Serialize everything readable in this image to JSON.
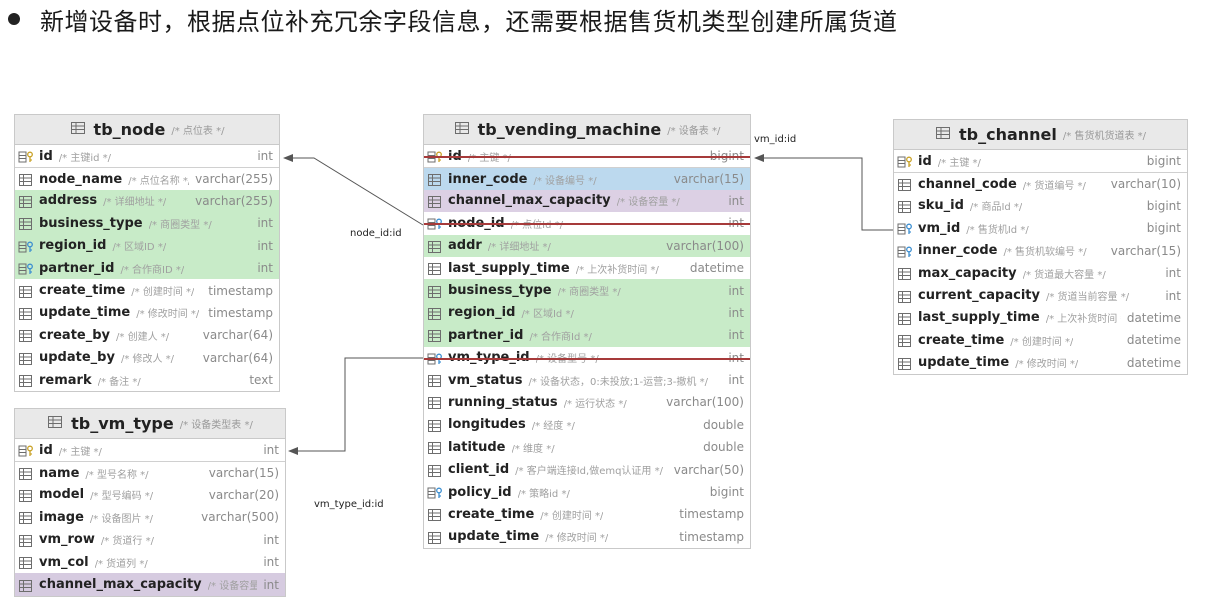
{
  "headline": "新增设备时，根据点位补充冗余字段信息，还需要根据售货机类型创建所属货道",
  "tables": {
    "node": {
      "name": "tb_node",
      "comment": "/* 点位表 */",
      "fields": [
        {
          "name": "id",
          "comment": "/* 主键id */",
          "type": "int",
          "icon": "pk-icon"
        },
        {
          "name": "node_name",
          "comment": "/* 点位名称 */",
          "type": "varchar(255)",
          "icon": "column-icon"
        },
        {
          "name": "address",
          "comment": "/* 详细地址 */",
          "type": "varchar(255)",
          "icon": "column-icon",
          "highlight": "green"
        },
        {
          "name": "business_type",
          "comment": "/* 商圈类型 */",
          "type": "int",
          "icon": "column-icon",
          "highlight": "green"
        },
        {
          "name": "region_id",
          "comment": "/* 区域ID */",
          "type": "int",
          "icon": "fk-icon",
          "highlight": "green"
        },
        {
          "name": "partner_id",
          "comment": "/* 合作商ID */",
          "type": "int",
          "icon": "fk-icon",
          "highlight": "green"
        },
        {
          "name": "create_time",
          "comment": "/* 创建时间 */",
          "type": "timestamp",
          "icon": "column-icon"
        },
        {
          "name": "update_time",
          "comment": "/* 修改时间 */",
          "type": "timestamp",
          "icon": "column-icon"
        },
        {
          "name": "create_by",
          "comment": "/* 创建人 */",
          "type": "varchar(64)",
          "icon": "column-icon"
        },
        {
          "name": "update_by",
          "comment": "/* 修改人 */",
          "type": "varchar(64)",
          "icon": "column-icon"
        },
        {
          "name": "remark",
          "comment": "/* 备注 */",
          "type": "text",
          "icon": "column-icon"
        }
      ]
    },
    "vm_type": {
      "name": "tb_vm_type",
      "comment": "/* 设备类型表 */",
      "fields": [
        {
          "name": "id",
          "comment": "/* 主键 */",
          "type": "int",
          "icon": "pk-icon"
        },
        {
          "name": "name",
          "comment": "/* 型号名称 */",
          "type": "varchar(15)",
          "icon": "column-icon"
        },
        {
          "name": "model",
          "comment": "/* 型号编码 */",
          "type": "varchar(20)",
          "icon": "column-icon"
        },
        {
          "name": "image",
          "comment": "/* 设备图片 */",
          "type": "varchar(500)",
          "icon": "column-icon"
        },
        {
          "name": "vm_row",
          "comment": "/* 货道行 */",
          "type": "int",
          "icon": "column-icon"
        },
        {
          "name": "vm_col",
          "comment": "/* 货道列 */",
          "type": "int",
          "icon": "column-icon"
        },
        {
          "name": "channel_max_capacity",
          "comment": "/* 设备容量 */",
          "type": "int",
          "icon": "column-icon",
          "highlight": "purple2"
        }
      ]
    },
    "vending_machine": {
      "name": "tb_vending_machine",
      "comment": "/* 设备表 */",
      "fields": [
        {
          "name": "id",
          "comment": "/* 主键 */",
          "type": "bigint",
          "icon": "pk-icon",
          "strike": true
        },
        {
          "name": "inner_code",
          "comment": "/* 设备编号 */",
          "type": "varchar(15)",
          "icon": "column-icon",
          "highlight": "blue"
        },
        {
          "name": "channel_max_capacity",
          "comment": "/* 设备容量 */",
          "type": "int",
          "icon": "column-icon",
          "highlight": "purple"
        },
        {
          "name": "node_id",
          "comment": "/* 点位Id */",
          "type": "int",
          "icon": "fk-icon",
          "strike": true
        },
        {
          "name": "addr",
          "comment": "/* 详细地址 */",
          "type": "varchar(100)",
          "icon": "column-icon",
          "highlight": "green"
        },
        {
          "name": "last_supply_time",
          "comment": "/* 上次补货时间 */",
          "type": "datetime",
          "icon": "column-icon"
        },
        {
          "name": "business_type",
          "comment": "/* 商圈类型 */",
          "type": "int",
          "icon": "column-icon",
          "highlight": "green"
        },
        {
          "name": "region_id",
          "comment": "/* 区域Id */",
          "type": "int",
          "icon": "column-icon",
          "highlight": "green"
        },
        {
          "name": "partner_id",
          "comment": "/* 合作商Id */",
          "type": "int",
          "icon": "column-icon",
          "highlight": "green"
        },
        {
          "name": "vm_type_id",
          "comment": "/* 设备型号 */",
          "type": "int",
          "icon": "fk-icon",
          "strike": true
        },
        {
          "name": "vm_status",
          "comment": "/* 设备状态，0:未投放;1-运营;3-撤机 */",
          "type": "int",
          "icon": "column-icon"
        },
        {
          "name": "running_status",
          "comment": "/* 运行状态 */",
          "type": "varchar(100)",
          "icon": "column-icon"
        },
        {
          "name": "longitudes",
          "comment": "/* 经度 */",
          "type": "double",
          "icon": "column-icon"
        },
        {
          "name": "latitude",
          "comment": "/* 维度 */",
          "type": "double",
          "icon": "column-icon"
        },
        {
          "name": "client_id",
          "comment": "/* 客户端连接Id,做emq认证用 */",
          "type": "varchar(50)",
          "icon": "column-icon"
        },
        {
          "name": "policy_id",
          "comment": "/* 策略id */",
          "type": "bigint",
          "icon": "fk-icon"
        },
        {
          "name": "create_time",
          "comment": "/* 创建时间 */",
          "type": "timestamp",
          "icon": "column-icon"
        },
        {
          "name": "update_time",
          "comment": "/* 修改时间 */",
          "type": "timestamp",
          "icon": "column-icon"
        }
      ]
    },
    "channel": {
      "name": "tb_channel",
      "comment": "/* 售货机货道表 */",
      "fields": [
        {
          "name": "id",
          "comment": "/* 主键 */",
          "type": "bigint",
          "icon": "pk-icon"
        },
        {
          "name": "channel_code",
          "comment": "/* 货道编号 */",
          "type": "varchar(10)",
          "icon": "column-icon"
        },
        {
          "name": "sku_id",
          "comment": "/* 商品Id */",
          "type": "bigint",
          "icon": "column-icon"
        },
        {
          "name": "vm_id",
          "comment": "/* 售货机Id */",
          "type": "bigint",
          "icon": "fk-icon"
        },
        {
          "name": "inner_code",
          "comment": "/* 售货机软编号 */",
          "type": "varchar(15)",
          "icon": "fk-icon"
        },
        {
          "name": "max_capacity",
          "comment": "/* 货道最大容量 */",
          "type": "int",
          "icon": "column-icon"
        },
        {
          "name": "current_capacity",
          "comment": "/* 货道当前容量 */",
          "type": "int",
          "icon": "column-icon"
        },
        {
          "name": "last_supply_time",
          "comment": "/* 上次补货时间 */",
          "type": "datetime",
          "icon": "column-icon"
        },
        {
          "name": "create_time",
          "comment": "/* 创建时间 */",
          "type": "datetime",
          "icon": "column-icon"
        },
        {
          "name": "update_time",
          "comment": "/* 修改时间 */",
          "type": "datetime",
          "icon": "column-icon"
        }
      ]
    }
  },
  "relations": {
    "node": "node_id:id",
    "vm_type": "vm_type_id:id",
    "channel": "vm_id:id"
  },
  "colors": {
    "green": "#c8ebc8",
    "blue": "#bcd9ee",
    "purple": "#dcd0e4",
    "strike": "#a63a3a",
    "arrow": "#555555"
  }
}
